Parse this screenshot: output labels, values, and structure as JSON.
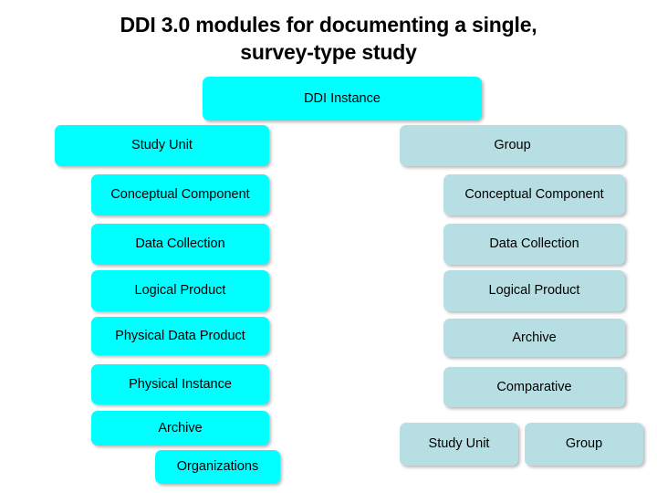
{
  "title": {
    "line1": "DDI 3.0 modules for documenting a single,",
    "line2": "survey-type study"
  },
  "colors": {
    "cyan": "#00ffff",
    "pale_blue": "#b7dfe3",
    "background": "#ffffff",
    "text": "#000000"
  },
  "diagram": {
    "root": {
      "label": "DDI Instance",
      "color": "cyan"
    },
    "left_branch": {
      "color": "cyan",
      "nodes": [
        {
          "label": "Study Unit"
        },
        {
          "label": "Conceptual Component"
        },
        {
          "label": "Data Collection"
        },
        {
          "label": "Logical Product"
        },
        {
          "label": "Physical Data Product"
        },
        {
          "label": "Physical Instance"
        },
        {
          "label": "Archive"
        },
        {
          "label": "Organizations"
        }
      ]
    },
    "right_branch": {
      "color": "pale_blue",
      "nodes": [
        {
          "label": "Group"
        },
        {
          "label": "Conceptual Component"
        },
        {
          "label": "Data Collection"
        },
        {
          "label": "Logical Product"
        },
        {
          "label": "Archive"
        },
        {
          "label": "Comparative"
        }
      ],
      "leaf_nodes": [
        {
          "label": "Study Unit"
        },
        {
          "label": "Group"
        }
      ]
    }
  }
}
